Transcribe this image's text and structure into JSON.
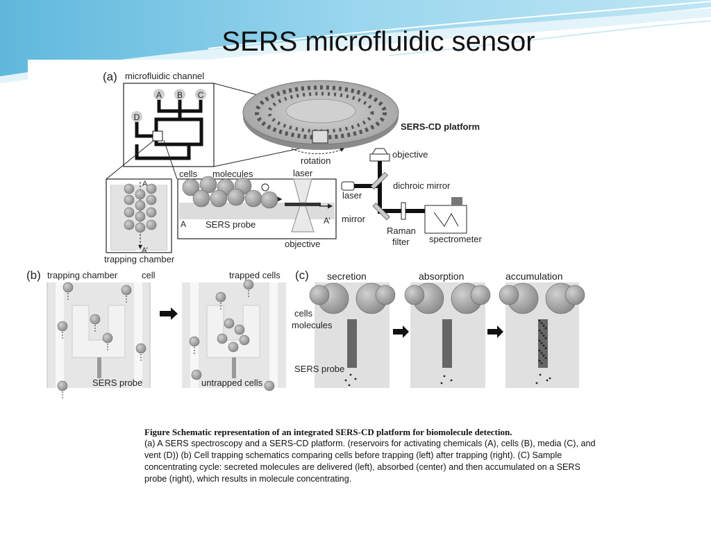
{
  "slide": {
    "title": "SERS microfluidic sensor"
  },
  "panel_a": {
    "label": "(a)",
    "channel_title": "microfluidic channel",
    "reservoirs": [
      "A",
      "B",
      "C",
      "D"
    ],
    "platform_label": "SERS-CD platform",
    "rotation": "rotation",
    "objective_top": "objective",
    "dichroic": "dichroic mirror",
    "laser_right": "laser",
    "mirror": "mirror",
    "raman": "Raman",
    "filter": "filter",
    "spectrometer": "spectrometer",
    "cells": "cells",
    "molecules": "molecules",
    "laser_detail": "laser",
    "sers_probe": "SERS probe",
    "objective_detail": "objective",
    "section_a": "A",
    "section_a_prime": "A’",
    "chamber_a": "A",
    "chamber_a_prime": "A’",
    "trapping_chamber": "trapping chamber"
  },
  "panel_b": {
    "label": "(b)",
    "trapping_chamber": "trapping chamber",
    "cell": "cell",
    "sers_probe": "SERS probe",
    "trapped_cells": "trapped cells",
    "untrapped_cells": "untrapped cells"
  },
  "panel_c": {
    "label": "(c)",
    "secretion": "secretion",
    "absorption": "absorption",
    "accumulation": "accumulation",
    "cells": "cells",
    "molecules": "molecules",
    "sers_probe": "SERS probe"
  },
  "caption": {
    "title": "Figure  Schematic representation of an integrated SERS-CD platform for biomolecule detection.",
    "body": "(a) A SERS spectroscopy and a SERS-CD platform. (reservoirs for activating chemicals (A), cells (B), media (C), and vent (D)) (b) Cell trapping schematics comparing cells before trapping (left) after trapping (right). (C) Sample concentrating cycle: secreted molecules are delivered (left), absorbed (center) and then accumulated on a SERS probe (right), which results in molecule concentrating."
  },
  "colors": {
    "swoosh_blue": "#5fb8dc",
    "swoosh_light": "#bfe6f4",
    "cell_gray": "#9a9a9a",
    "chamber_gray": "#d9d9d9"
  }
}
